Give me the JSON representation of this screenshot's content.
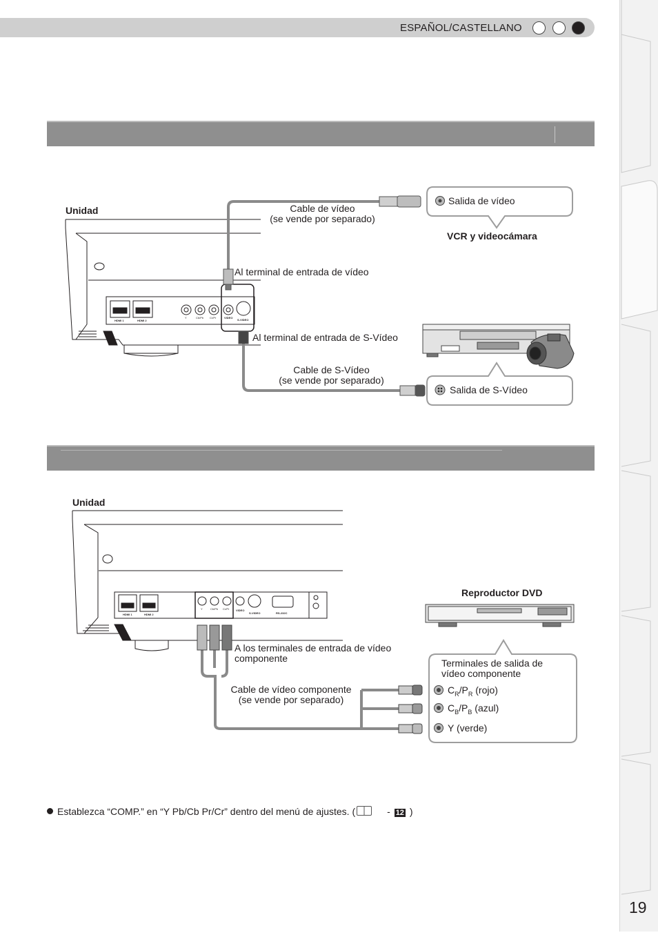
{
  "header": {
    "language": "ESPAÑOL/CASTELLANO"
  },
  "section1": {
    "unit_label": "Unidad",
    "video_cable": [
      "Cable de vídeo",
      "(se vende por separado)"
    ],
    "video_output": "Salida de vídeo",
    "device_label": "VCR y videocámara",
    "video_input_terminal": "Al terminal de entrada de vídeo",
    "svideo_input_terminal": "Al terminal de entrada de S-Vídeo",
    "svideo_cable": [
      "Cable de S-Vídeo",
      "(se vende por separado)"
    ],
    "svideo_output": "Salida de S-Vídeo",
    "panel_labels": [
      "HDMI 1",
      "HDMI 2",
      "Y",
      "Cb/Pb",
      "Cr/Pr",
      "VIDEO",
      "S-VIDEO"
    ]
  },
  "section2": {
    "unit_label": "Unidad",
    "dvd_label": "Reproductor DVD",
    "component_input": [
      "A los terminales de entrada de vídeo",
      "componente"
    ],
    "component_cable": [
      "Cable de vídeo componente",
      "(se vende por separado)"
    ],
    "component_output_title": [
      "Terminales de salida de",
      "vídeo componente"
    ],
    "outputs": [
      {
        "main": "C",
        "sub1": "R",
        "mid": "/P",
        "sub2": "R",
        "suffix": " (rojo)"
      },
      {
        "main": "C",
        "sub1": "B",
        "mid": "/P",
        "sub2": "B",
        "suffix": " (azul)"
      },
      {
        "main": "Y",
        "sub1": "",
        "mid": "",
        "sub2": "",
        "suffix": " (verde)"
      }
    ],
    "panel_labels": [
      "HDMI 1",
      "HDMI 2",
      "Y",
      "Cb/Pb",
      "Cr/Pr",
      "VIDEO",
      "S-VIDEO",
      "RS-232C"
    ]
  },
  "note": {
    "text": "Establezca “COMP.” en “Y Pb/Cb Pr/Cr” dentro del menú de ajustes. (",
    "dash": "-",
    "page_ref": "12",
    "close": ")"
  },
  "page_number": "19",
  "colors": {
    "bar": "#8f8f8f",
    "cable": "#8a8a8a",
    "callout_border": "#9d9d9d"
  }
}
